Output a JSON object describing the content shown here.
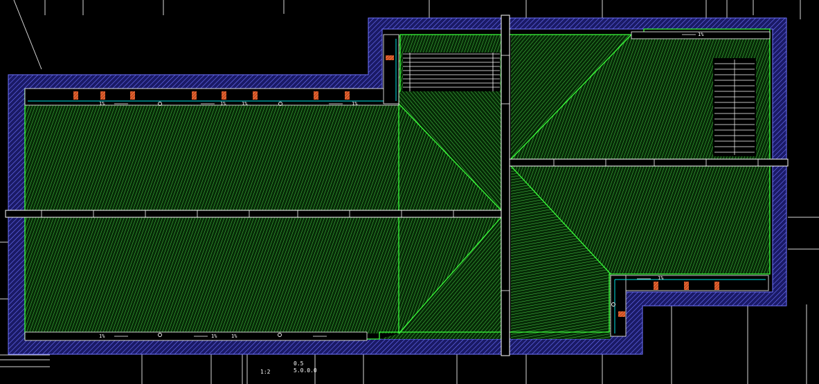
{
  "drawing": {
    "title": "Roof drainage plan (CAD model space)",
    "colors": {
      "background": "#000000",
      "parapet_fill": "#1a1a66",
      "parapet_hatch": "#6f73ff",
      "roof_fill": "#062a06",
      "roof_hatch": "#4cd24c",
      "roof_edge": "#39ff39",
      "gutter": "#00e5e5",
      "downpipe": "#e0582a",
      "beam_line": "#ffffff",
      "grid_line": "#ffffff"
    },
    "slope_labels": [
      "1%",
      "1%",
      "1%",
      "1%",
      "1%",
      "1%",
      "1%",
      "1%",
      "1%"
    ],
    "bottom_labels": [
      "1:2",
      "0.5",
      "5.0.0.0"
    ],
    "icons": [
      "roof-drain-icon",
      "downpipe-icon",
      "slope-arrow-icon"
    ]
  }
}
